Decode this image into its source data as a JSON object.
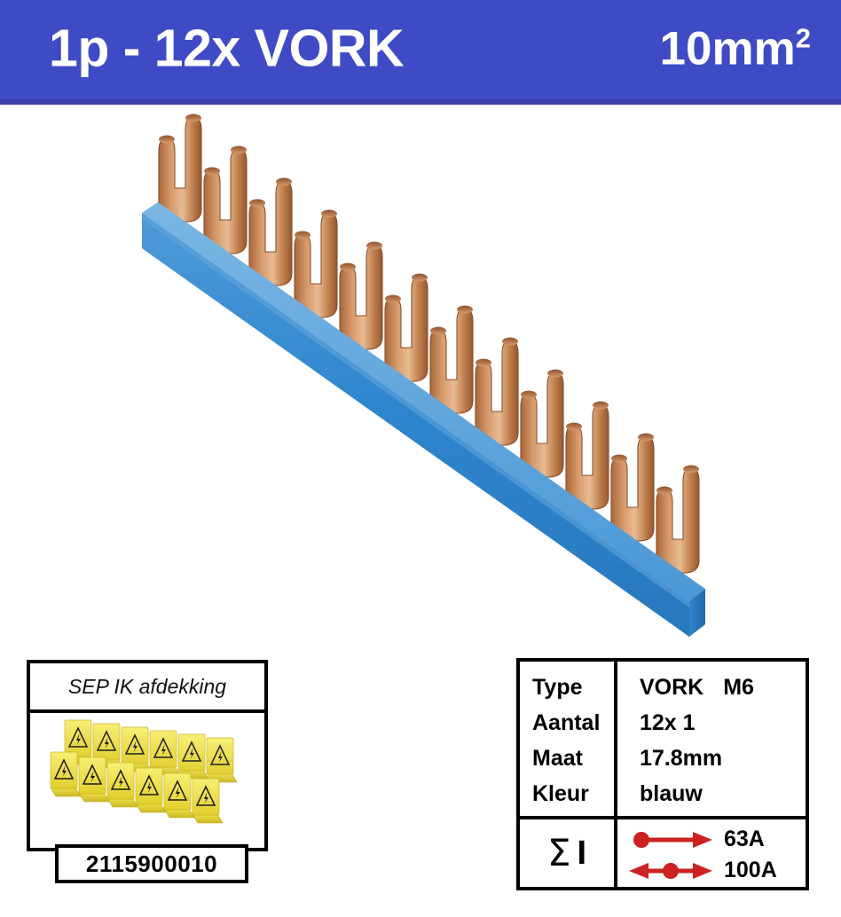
{
  "header": {
    "title": "1p - 12x VORK",
    "section_value": "10mm",
    "section_sup": "2",
    "background_color": "#3f4bc4",
    "text_color": "#ffffff"
  },
  "product_photo": {
    "description": "1-pole fork busbar, 12 fork terminals, blue insulated bar with bare copper fork prongs",
    "bar_color": "#3f8fd0",
    "copper_color": "#c9824f",
    "fork_count": 12
  },
  "accessory": {
    "title": "SEP IK afdekking",
    "part_number": "2115900010",
    "cap_color": "#f2e14a",
    "warning_symbol_color": "#1a1a1a",
    "cap_count": 12
  },
  "spec_table": {
    "rows": [
      {
        "label": "Type",
        "value": "VORK",
        "value_extra": "M6"
      },
      {
        "label": "Aantal",
        "value": "12x 1",
        "value_extra": ""
      },
      {
        "label": "Maat",
        "value": "17.8mm",
        "value_extra": ""
      },
      {
        "label": "Kleur",
        "value": "blauw",
        "value_extra": ""
      }
    ],
    "current": {
      "symbol_sigma": "Σ",
      "symbol_current": "I",
      "arrow_color": "#cc2222",
      "lines": [
        {
          "icon": "arrow-right-with-dot",
          "value": "63A"
        },
        {
          "icon": "arrow-bidirectional-with-dot",
          "value": "100A"
        }
      ]
    }
  }
}
